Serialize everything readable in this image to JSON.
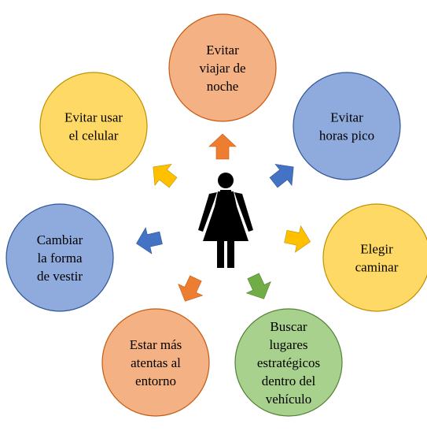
{
  "center": {
    "icon": "woman-figure-icon",
    "color": "#000000"
  },
  "colors": {
    "orange": {
      "fill": "#f4b183",
      "stroke": "#c55a11",
      "arrow": "#ed7d31"
    },
    "blue": {
      "fill": "#8faadc",
      "stroke": "#2f5597",
      "arrow": "#4472c4"
    },
    "yellow": {
      "fill": "#ffd966",
      "stroke": "#bf9000",
      "arrow": "#ffc000"
    },
    "green": {
      "fill": "#a9d18e",
      "stroke": "#538135",
      "arrow": "#70ad47"
    }
  },
  "nodes": [
    {
      "id": "evitar-viajar-de-noche",
      "lines": [
        "Evitar",
        "viajar de",
        "noche"
      ],
      "color": "orange"
    },
    {
      "id": "evitar-horas-pico",
      "lines": [
        "Evitar",
        "horas pico"
      ],
      "color": "blue"
    },
    {
      "id": "elegir-caminar",
      "lines": [
        "Elegir",
        "caminar"
      ],
      "color": "yellow"
    },
    {
      "id": "buscar-lugares-estrategicos",
      "lines": [
        "Buscar",
        "lugares",
        "estratégicos",
        "dentro del",
        "vehículo"
      ],
      "color": "green"
    },
    {
      "id": "estar-mas-atentas",
      "lines": [
        "Estar más",
        "atentas al",
        "entorno"
      ],
      "color": "orange"
    },
    {
      "id": "cambiar-forma-de-vestir",
      "lines": [
        "Cambiar",
        "la forma",
        "de vestir"
      ],
      "color": "blue"
    },
    {
      "id": "evitar-usar-celular",
      "lines": [
        "Evitar usar",
        "el celular"
      ],
      "color": "yellow"
    }
  ]
}
